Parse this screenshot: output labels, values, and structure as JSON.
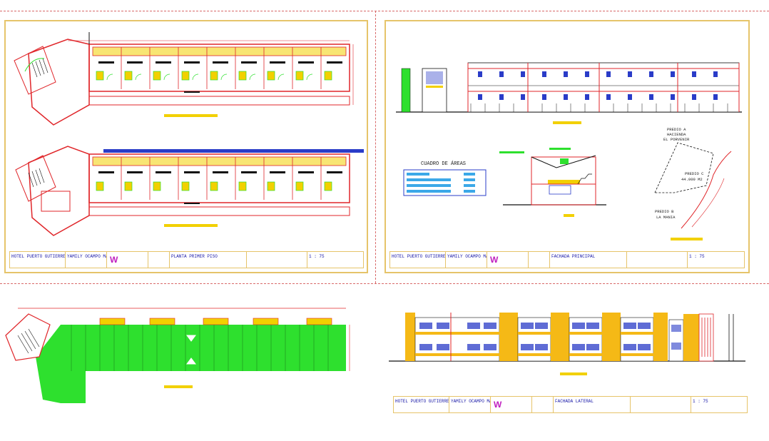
{
  "colors": {
    "frame": "#e6c46a",
    "wall_red": "#e0262a",
    "room_yellow": "#f2d000",
    "green_roof": "#2ee02e",
    "facade_orange": "#f5b916",
    "window_blue": "#2a3cc8",
    "text_blue": "#1a1aa8",
    "dash_red": "#d86a6a"
  },
  "sheets": [
    {
      "title_block": {
        "project": "HOTEL PUERTO GUTIERREZ",
        "author": "YAMILY OCAMPO MAZO",
        "sheet_label": "PLANTA PRIMER PISO",
        "scale": "1 : 75"
      }
    },
    {
      "title_block": {
        "project": "HOTEL PUERTO GUTIERREZ",
        "author": "YAMILY OCAMPO MAZO",
        "sheet_label": "FACHADA PRINCIPAL",
        "scale": "1 : 75"
      },
      "areas_table_title": "CUADRO DE ÁREAS",
      "site_labels": {
        "predio_a": "PREDIO A",
        "hacienda": "HACIENDA",
        "el_porvenir": "EL PORVENIR",
        "predio_c": "PREDIO C",
        "area": "44.000 M2",
        "predio_b": "PREDIO B",
        "la_mania": "LA MANIA"
      }
    },
    {
      "title_block": {
        "project": "HOTEL PUERTO GUTIERREZ",
        "author": "YAMILY OCAMPO MAZO",
        "sheet_label": "FACHADA LATERAL",
        "scale": "1 : 75"
      }
    }
  ]
}
